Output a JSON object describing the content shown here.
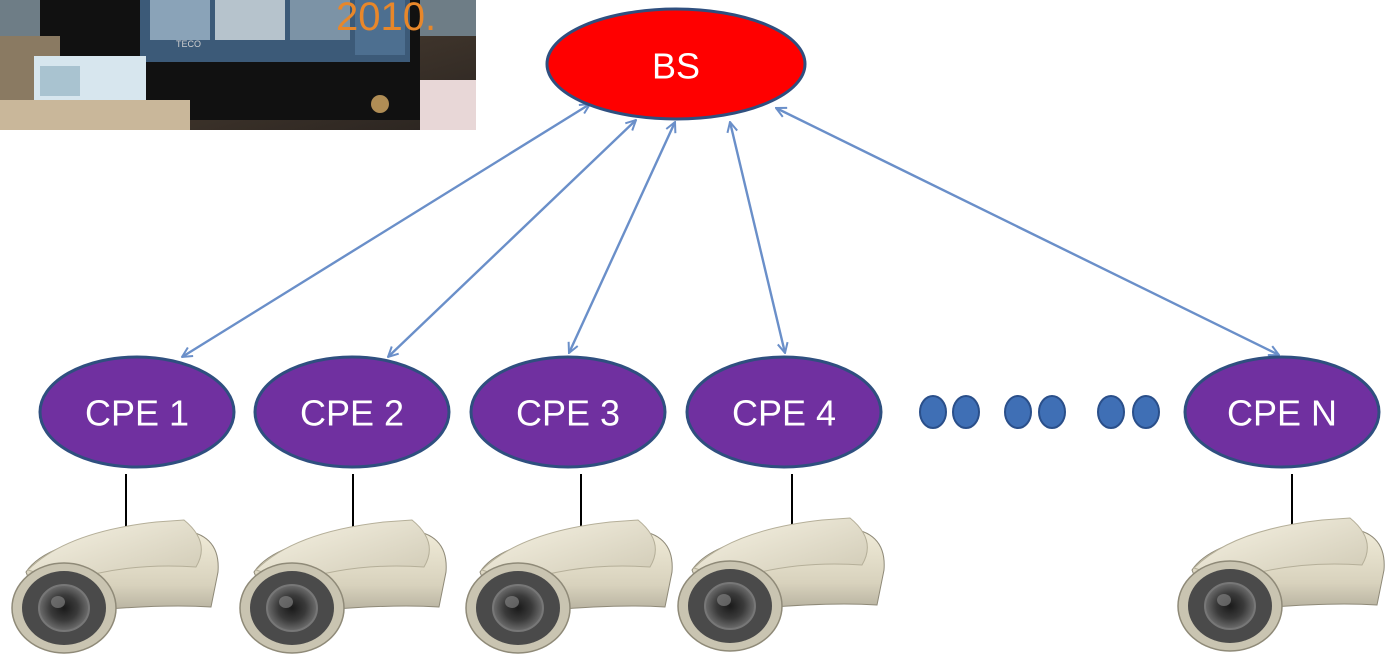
{
  "diagram": {
    "hub": {
      "label": "BS",
      "fill": "#ff0000",
      "stroke": "#2f4f7f"
    },
    "nodes": [
      {
        "label": "CPE 1"
      },
      {
        "label": "CPE 2"
      },
      {
        "label": "CPE 3"
      },
      {
        "label": "CPE 4"
      },
      {
        "label": "CPE N"
      }
    ],
    "node_fill": "#7030a0",
    "node_stroke": "#2f4f7f",
    "link_color": "#6a8fc9",
    "ellipsis_dot_color": "#3f6fb5",
    "cameras": [
      {
        "icon": "security-camera-icon"
      },
      {
        "icon": "security-camera-icon"
      },
      {
        "icon": "security-camera-icon"
      },
      {
        "icon": "security-camera-icon"
      },
      {
        "icon": "security-camera-icon"
      }
    ]
  },
  "inset_photo": {
    "overlay_text": "2010.",
    "monitor_brand": "TECO"
  }
}
